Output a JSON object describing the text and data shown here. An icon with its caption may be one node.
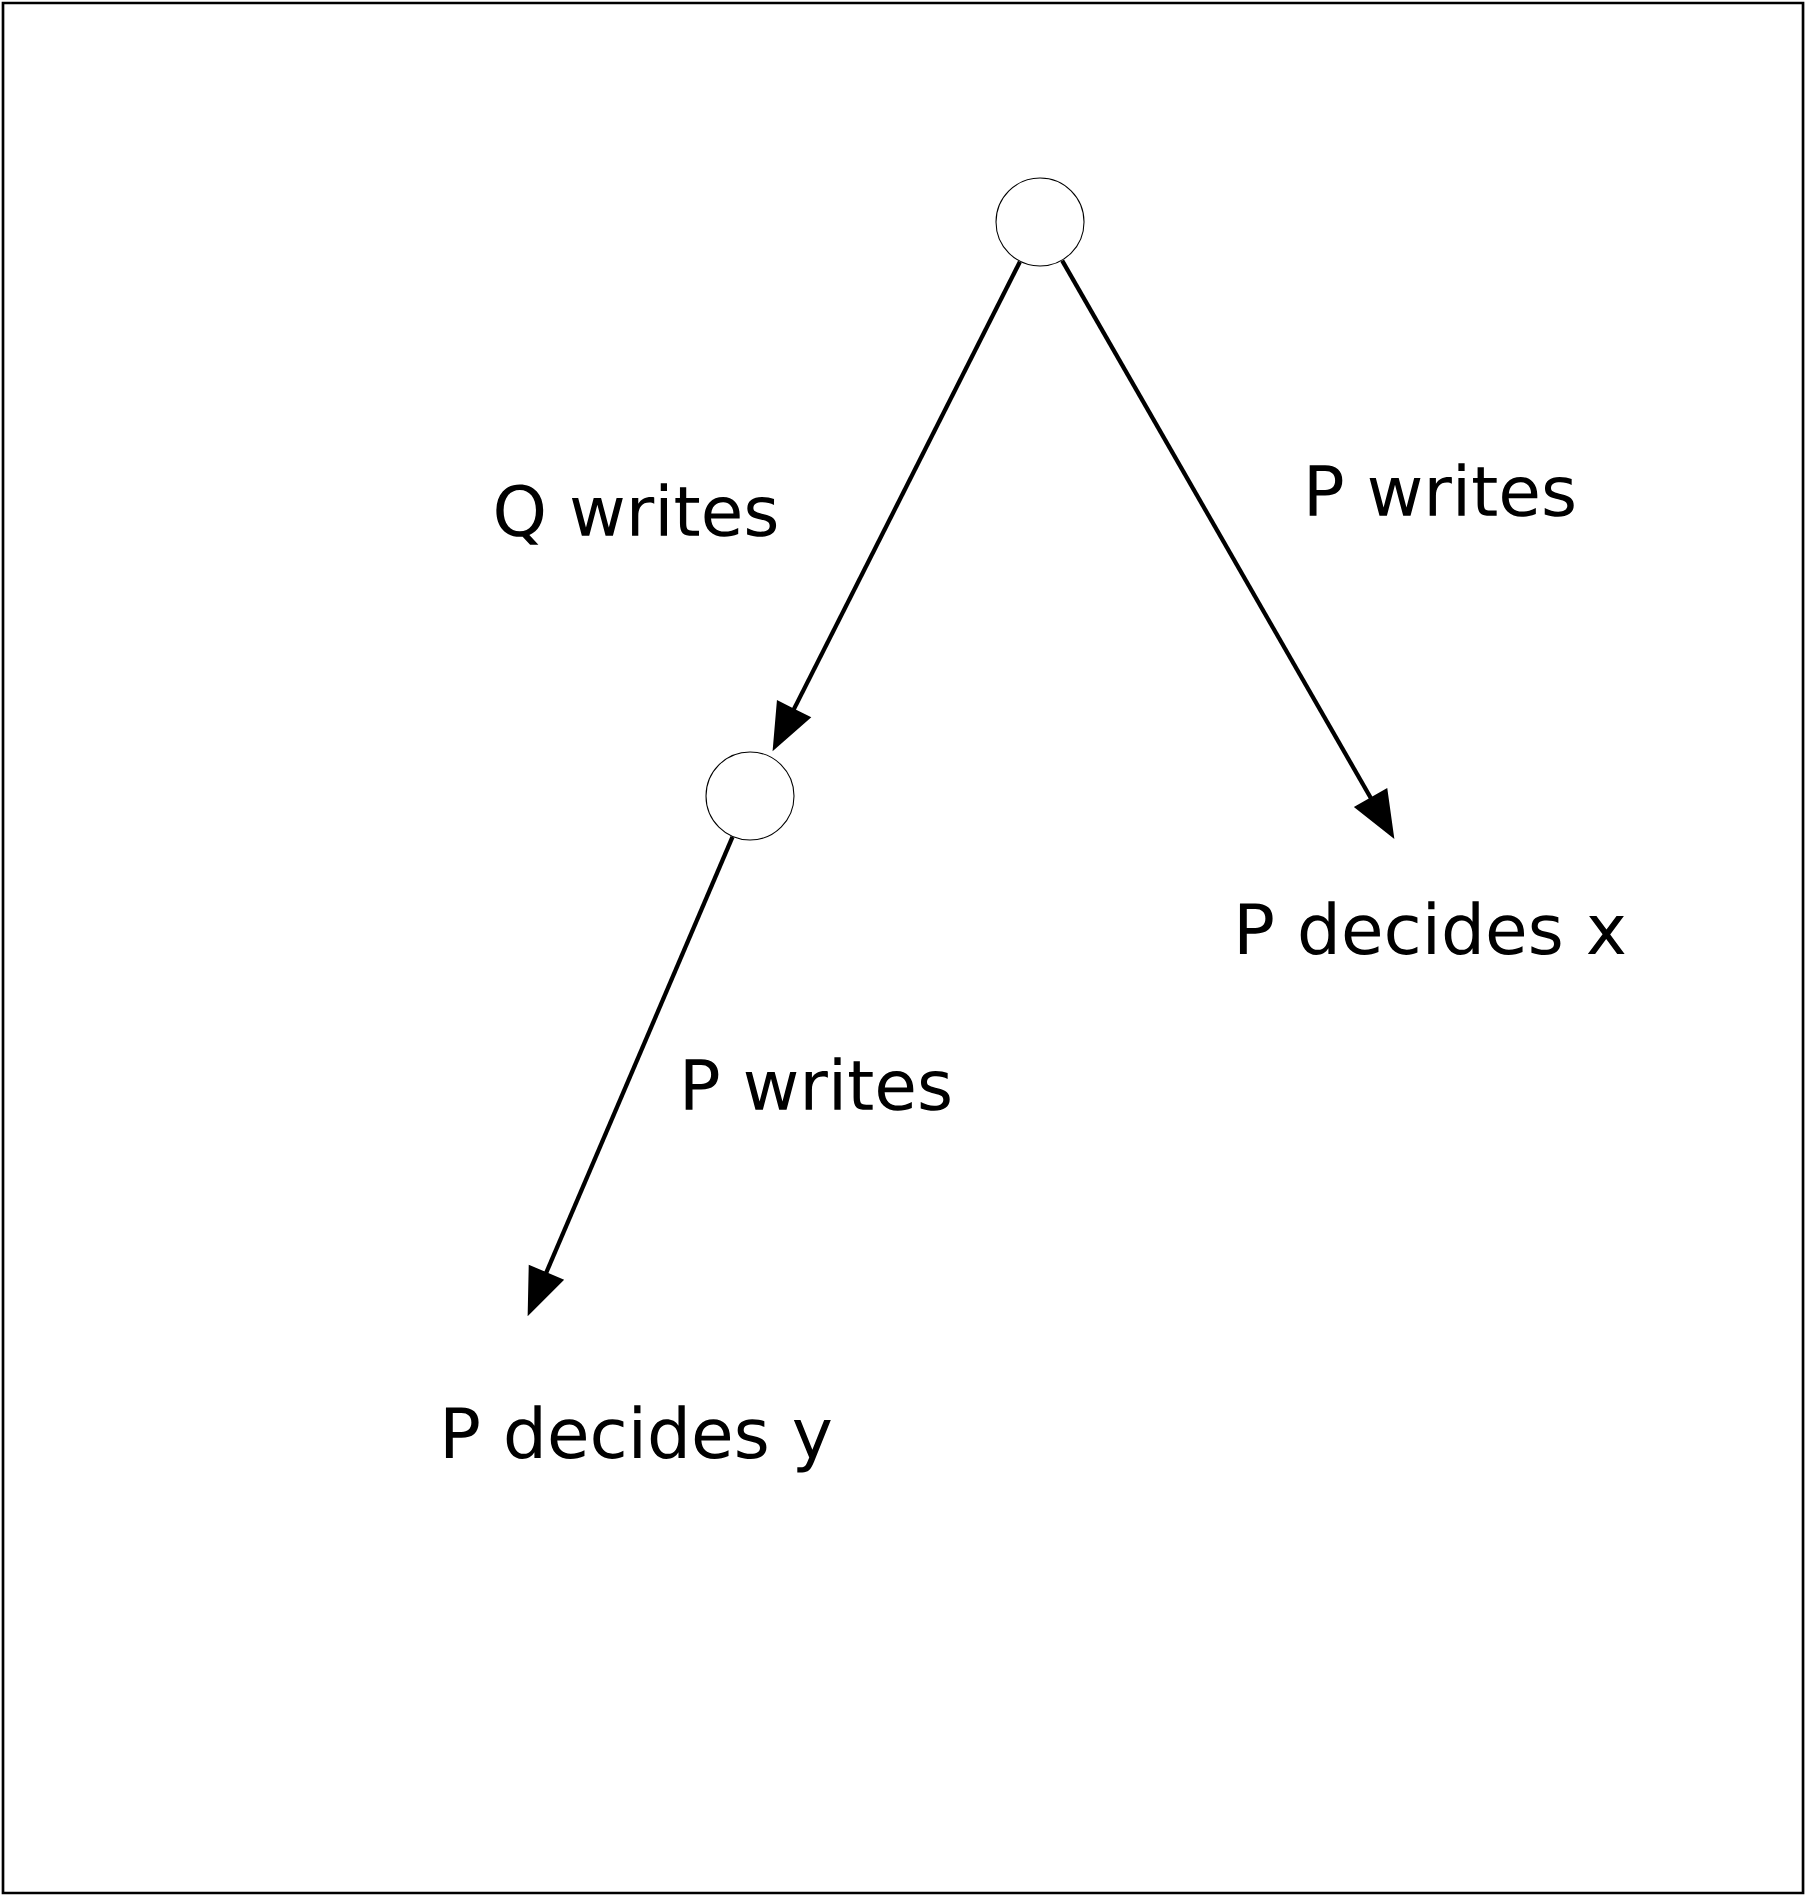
{
  "diagram": {
    "nodes": [
      {
        "text": [],
        "shape": "circle"
      },
      {
        "text": [],
        "shape": "circle"
      },
      {
        "text": [
          "P decides x"
        ]
      },
      {
        "text": [
          "P decides y"
        ]
      }
    ],
    "edges": [
      {
        "from": 0,
        "to": 1,
        "arrow": "to",
        "label": "Q writes"
      },
      {
        "from": 0,
        "to": 2,
        "arrow": "to",
        "label": "P writes"
      },
      {
        "from": 1,
        "to": 3,
        "arrow": "to",
        "label": "P writes"
      }
    ]
  }
}
